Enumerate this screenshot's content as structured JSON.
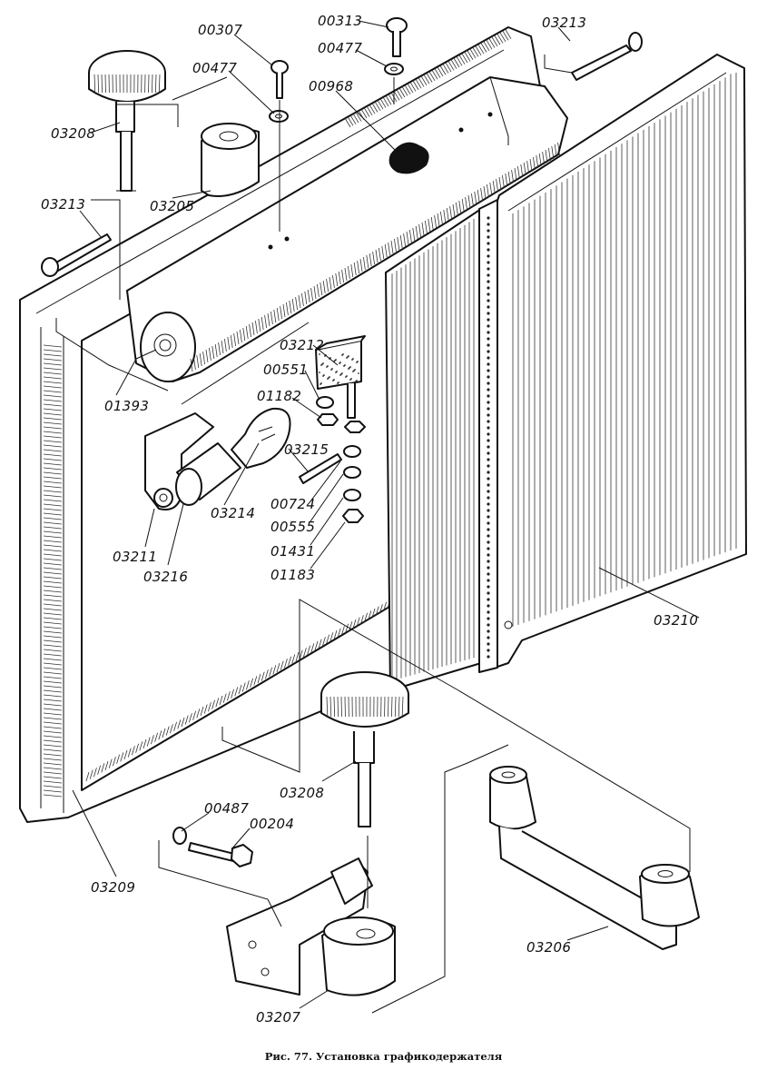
{
  "figure": {
    "caption": "Рис. 77. Установка графикодержателя",
    "parts": [
      {
        "id": "p00307",
        "text": "00307"
      },
      {
        "id": "p00313",
        "text": "00313"
      },
      {
        "id": "p03213a",
        "text": "03213"
      },
      {
        "id": "p00477a",
        "text": "00477"
      },
      {
        "id": "p00477b",
        "text": "00477"
      },
      {
        "id": "p00968",
        "text": "00968"
      },
      {
        "id": "p03208a",
        "text": "03208"
      },
      {
        "id": "p03205",
        "text": "03205"
      },
      {
        "id": "p03213b",
        "text": "03213"
      },
      {
        "id": "p01393",
        "text": "01393"
      },
      {
        "id": "p03212",
        "text": "03212"
      },
      {
        "id": "p00551",
        "text": "00551"
      },
      {
        "id": "p01182",
        "text": "01182"
      },
      {
        "id": "p03215",
        "text": "03215"
      },
      {
        "id": "p03214",
        "text": "03214"
      },
      {
        "id": "p00724",
        "text": "00724"
      },
      {
        "id": "p00555",
        "text": "00555"
      },
      {
        "id": "p01431",
        "text": "01431"
      },
      {
        "id": "p01183",
        "text": "01183"
      },
      {
        "id": "p03211",
        "text": "03211"
      },
      {
        "id": "p03216",
        "text": "03216"
      },
      {
        "id": "p03210",
        "text": "03210"
      },
      {
        "id": "p03208b",
        "text": "03208"
      },
      {
        "id": "p00487",
        "text": "00487"
      },
      {
        "id": "p00204",
        "text": "00204"
      },
      {
        "id": "p03209",
        "text": "03209"
      },
      {
        "id": "p03206",
        "text": "03206"
      },
      {
        "id": "p03207",
        "text": "03207"
      }
    ]
  }
}
